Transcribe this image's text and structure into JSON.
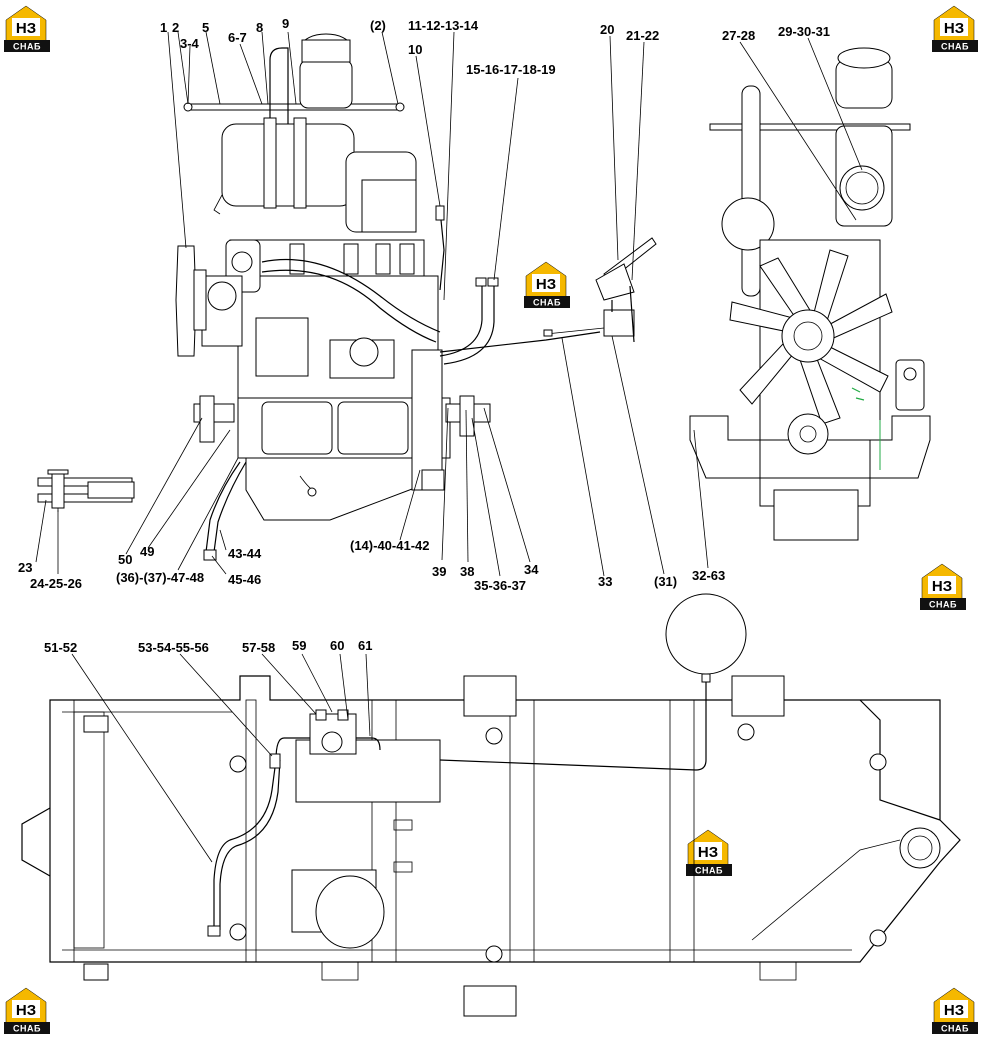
{
  "callouts_top": [
    {
      "id": "c-1",
      "text": "1"
    },
    {
      "id": "c-2",
      "text": "2"
    },
    {
      "id": "c-3-4",
      "text": "3-4"
    },
    {
      "id": "c-5",
      "text": "5"
    },
    {
      "id": "c-6-7",
      "text": "6-7"
    },
    {
      "id": "c-8",
      "text": "8"
    },
    {
      "id": "c-9",
      "text": "9"
    },
    {
      "id": "c-paren-2",
      "text": "(2)"
    },
    {
      "id": "c-10",
      "text": "10"
    },
    {
      "id": "c-11-14",
      "text": "11-12-13-14"
    },
    {
      "id": "c-15-19",
      "text": "15-16-17-18-19"
    },
    {
      "id": "c-20",
      "text": "20"
    },
    {
      "id": "c-21-22",
      "text": "21-22"
    },
    {
      "id": "c-27-28",
      "text": "27-28"
    },
    {
      "id": "c-29-31",
      "text": "29-30-31"
    },
    {
      "id": "c-23",
      "text": "23"
    },
    {
      "id": "c-24-26",
      "text": "24-25-26"
    },
    {
      "id": "c-50",
      "text": "50"
    },
    {
      "id": "c-49",
      "text": "49"
    },
    {
      "id": "c-43-44",
      "text": "43-44"
    },
    {
      "id": "c-36-48",
      "text": "(36)-(37)-47-48"
    },
    {
      "id": "c-45-46",
      "text": "45-46"
    },
    {
      "id": "c-14-42",
      "text": "(14)-40-41-42"
    },
    {
      "id": "c-39",
      "text": "39"
    },
    {
      "id": "c-38",
      "text": "38"
    },
    {
      "id": "c-34",
      "text": "34"
    },
    {
      "id": "c-35-37",
      "text": "35-36-37"
    },
    {
      "id": "c-33",
      "text": "33"
    },
    {
      "id": "c-31",
      "text": "(31)"
    },
    {
      "id": "c-32-63",
      "text": "32-63"
    }
  ],
  "callouts_bottom": [
    {
      "id": "c-51-52",
      "text": "51-52"
    },
    {
      "id": "c-53-56",
      "text": "53-54-55-56"
    },
    {
      "id": "c-57-58",
      "text": "57-58"
    },
    {
      "id": "c-59",
      "text": "59"
    },
    {
      "id": "c-60",
      "text": "60"
    },
    {
      "id": "c-61",
      "text": "61"
    }
  ],
  "watermark": {
    "logo_letters": "НЗ",
    "logo_caption": "СНАБ"
  },
  "colors": {
    "line": "#000000",
    "background": "#ffffff",
    "logo_house": "#f5b800",
    "logo_caption_bg": "#111111",
    "accent_green": "#22aa44"
  }
}
